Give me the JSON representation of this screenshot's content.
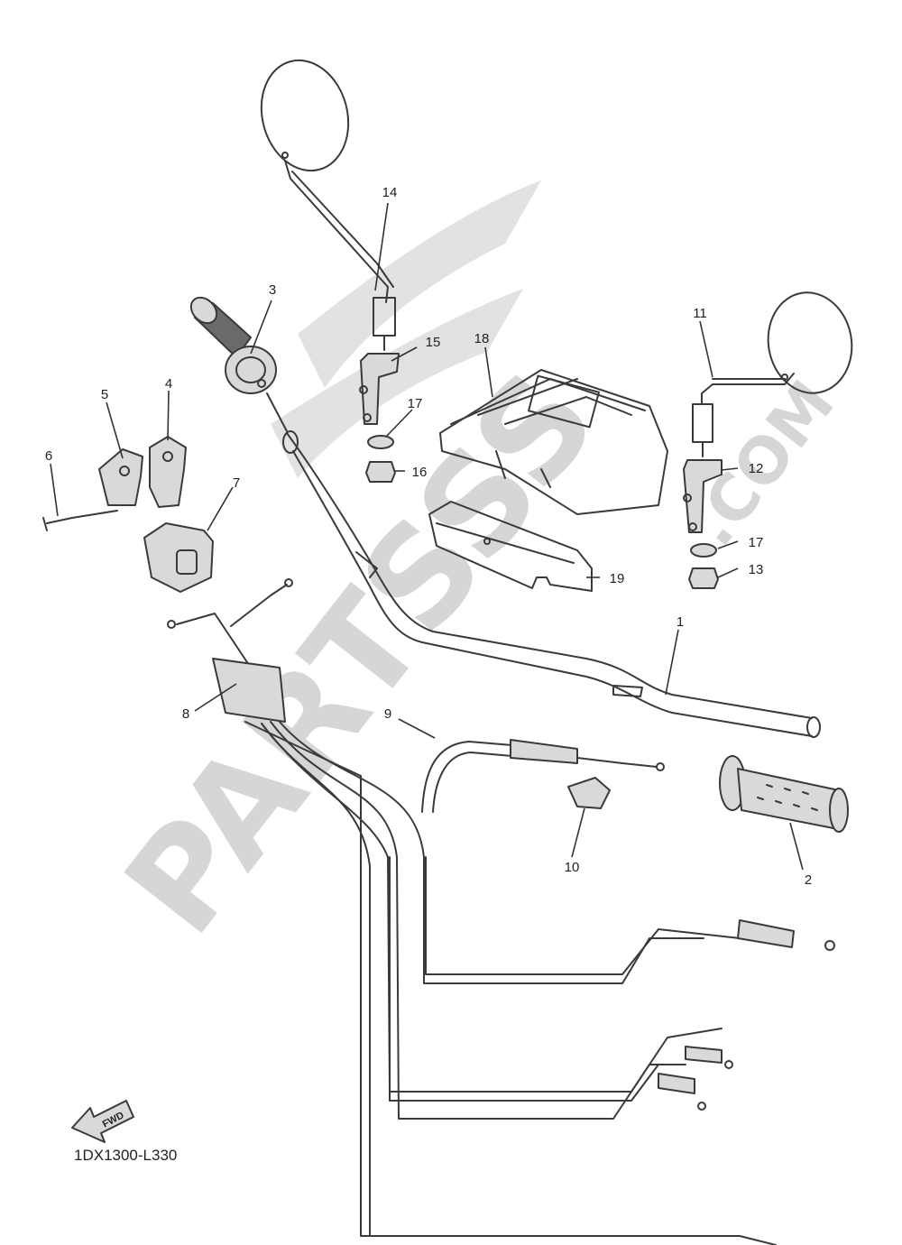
{
  "watermark": {
    "brand": "PARTSSS",
    "domain": ".COM"
  },
  "diagram_code": "1DX1300-L330",
  "fwd_label": "FWD",
  "callouts": {
    "c1": "1",
    "c2": "2",
    "c3": "3",
    "c4": "4",
    "c5": "5",
    "c6": "6",
    "c7": "7",
    "c8": "8",
    "c9": "9",
    "c10": "10",
    "c11": "11",
    "c12": "12",
    "c13": "13",
    "c14": "14",
    "c15": "15",
    "c16": "16",
    "c17a": "17",
    "c17b": "17",
    "c18": "18",
    "c19": "19"
  },
  "colors": {
    "line": "#3a3a3a",
    "part_fill": "#d9d9d9",
    "watermark": "#d6d6d6"
  }
}
